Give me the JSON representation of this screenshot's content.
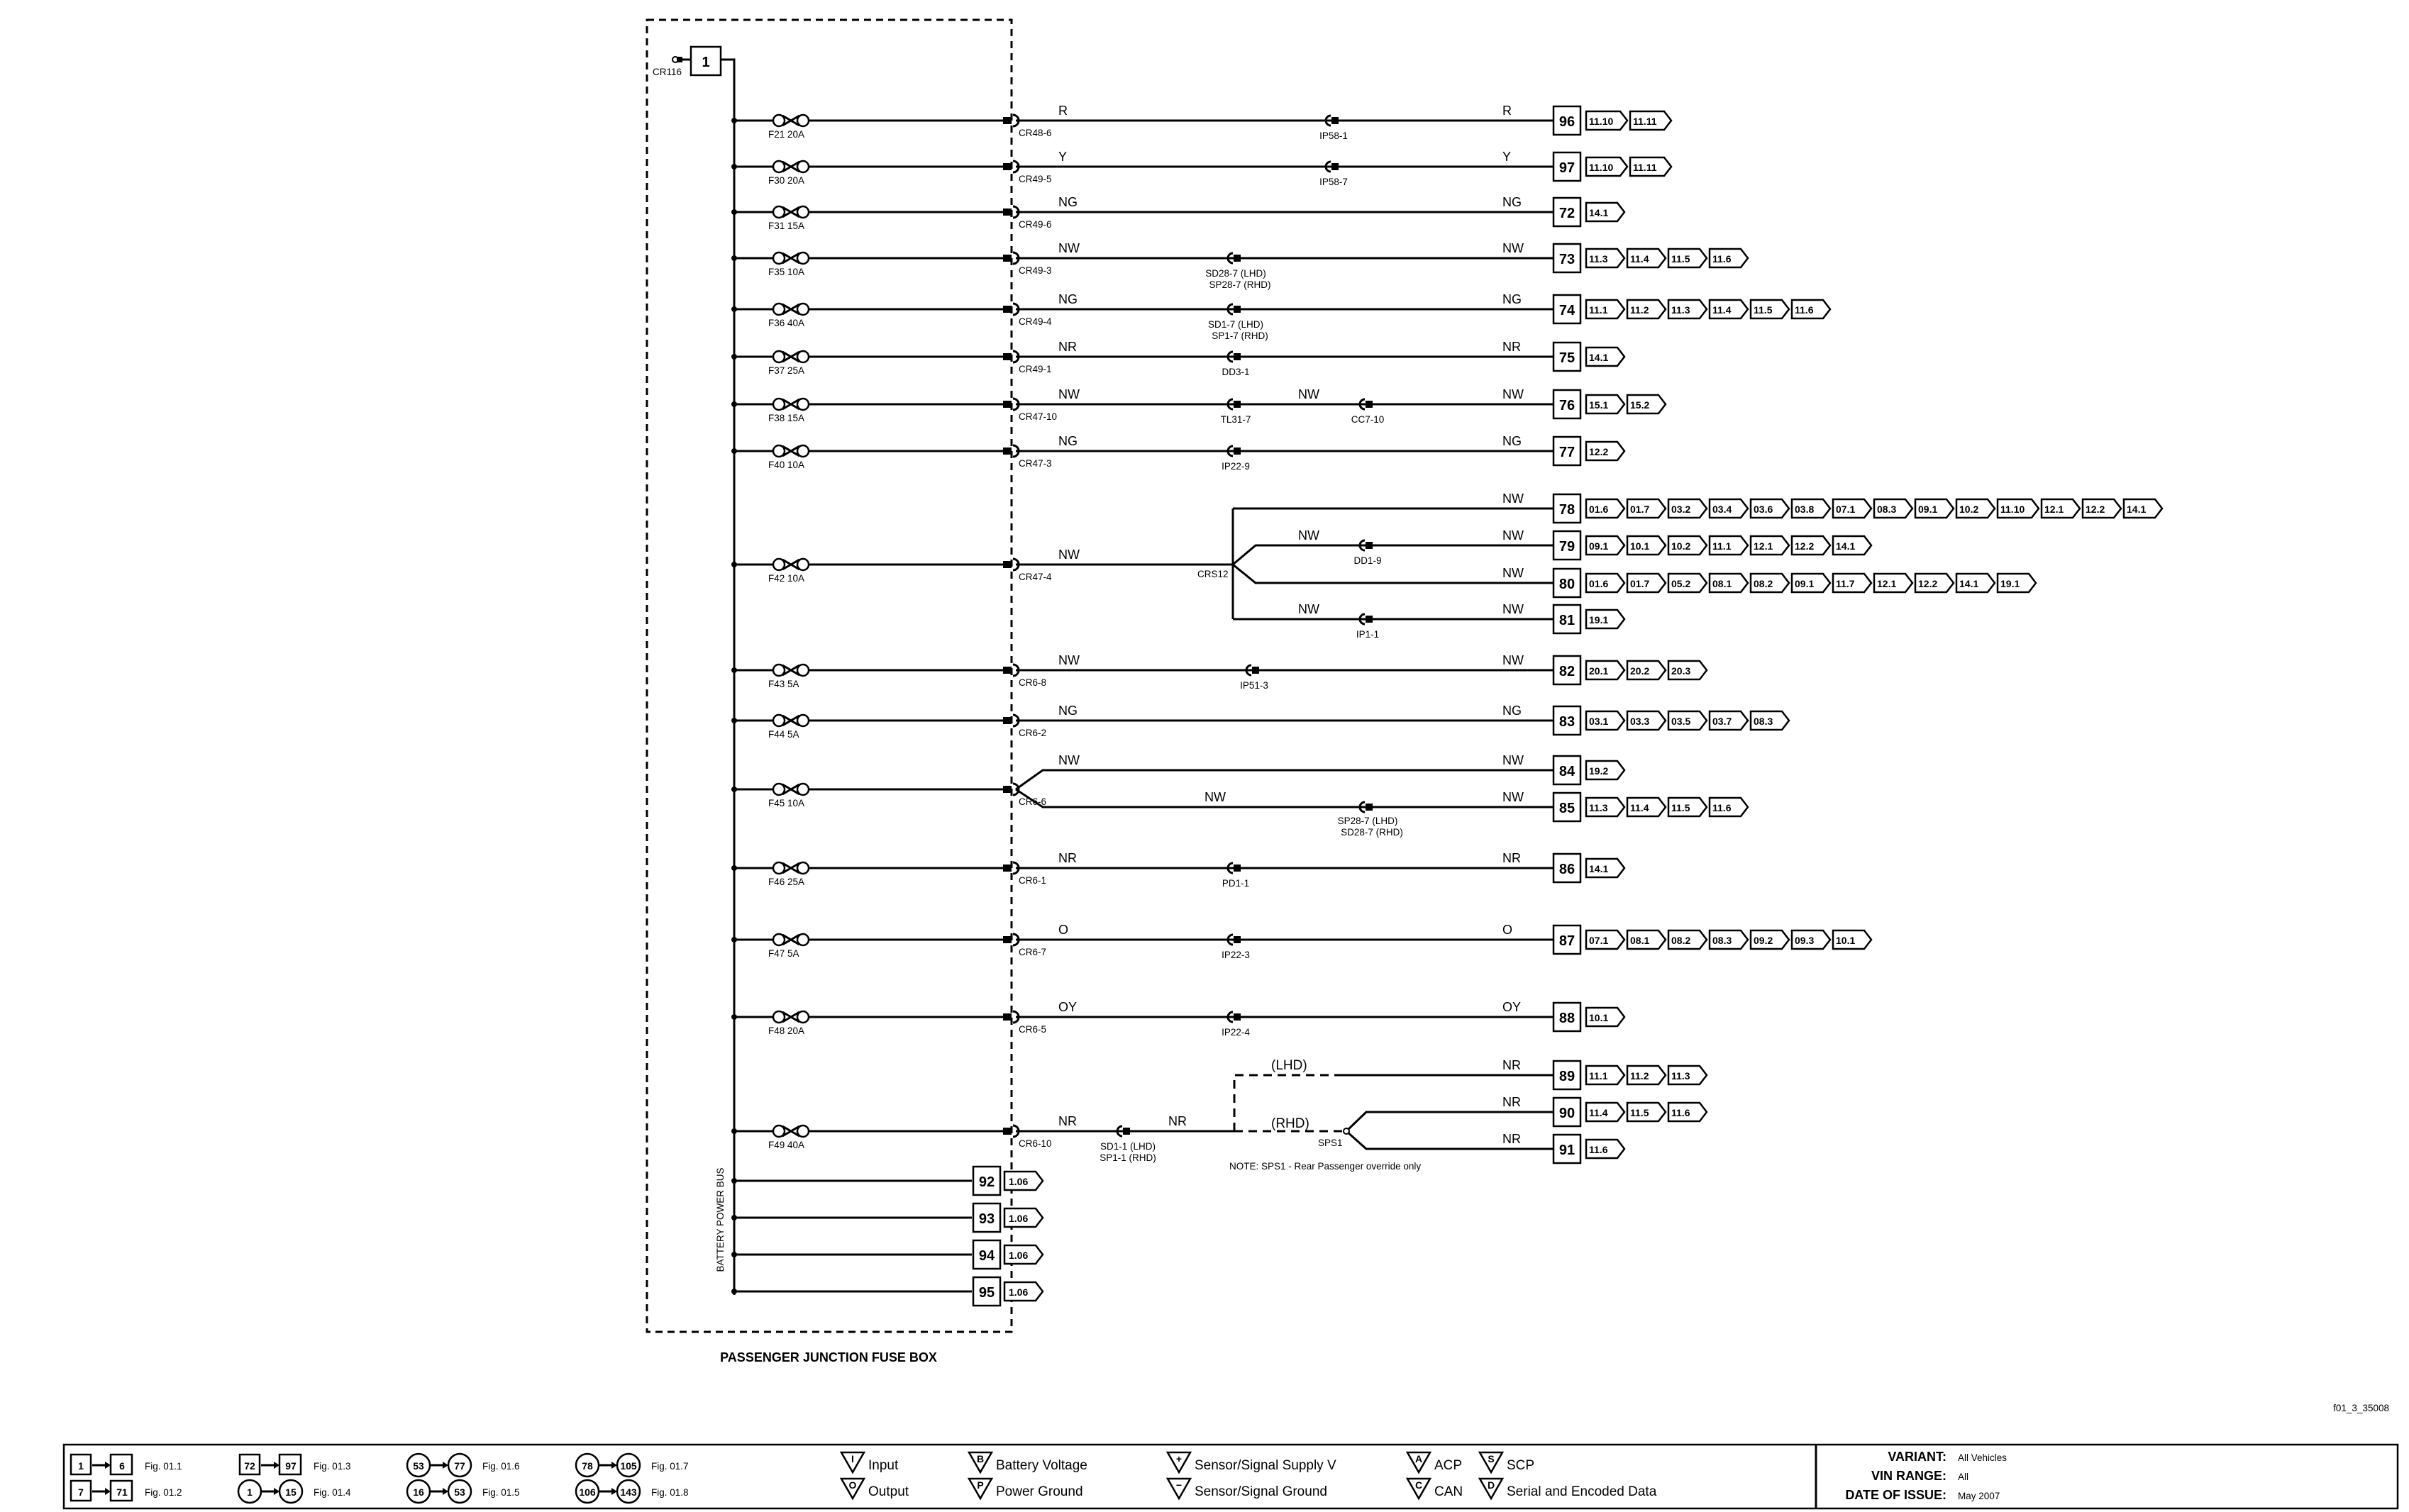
{
  "box_title": "PASSENGER JUNCTION FUSE BOX",
  "bus_label": "BATTERY POWER BUS",
  "input_connector": "CR116",
  "input_terminal": "1",
  "circuits": [
    {
      "fuse": "F21 20A",
      "conn": "CR48-6",
      "color": "R",
      "out_color": "R",
      "splice": "IP58-1",
      "terminal": "96",
      "refs": [
        "11.10",
        "11.11"
      ]
    },
    {
      "fuse": "F30 20A",
      "conn": "CR49-5",
      "color": "Y",
      "out_color": "Y",
      "splice": "IP58-7",
      "terminal": "97",
      "refs": [
        "11.10",
        "11.11"
      ]
    },
    {
      "fuse": "F31 15A",
      "conn": "CR49-6",
      "color": "NG",
      "out_color": "NG",
      "terminal": "72",
      "refs": [
        "14.1"
      ]
    },
    {
      "fuse": "F35 10A",
      "conn": "CR49-3",
      "color": "NW",
      "out_color": "NW",
      "splice": "SD28-7 (LHD)",
      "splice2": "SP28-7 (RHD)",
      "terminal": "73",
      "refs": [
        "11.3",
        "11.4",
        "11.5",
        "11.6"
      ]
    },
    {
      "fuse": "F36 40A",
      "conn": "CR49-4",
      "color": "NG",
      "out_color": "NG",
      "splice": "SD1-7 (LHD)",
      "splice2": "SP1-7 (RHD)",
      "terminal": "74",
      "refs": [
        "11.1",
        "11.2",
        "11.3",
        "11.4",
        "11.5",
        "11.6"
      ]
    },
    {
      "fuse": "F37 25A",
      "conn": "CR49-1",
      "color": "NR",
      "out_color": "NR",
      "splice": "DD3-1",
      "terminal": "75",
      "refs": [
        "14.1"
      ]
    },
    {
      "fuse": "F38 15A",
      "conn": "CR47-10",
      "color": "NW",
      "mid_color": "NW",
      "out_color": "NW",
      "splice": "TL31-7",
      "splice_b": "CC7-10",
      "terminal": "76",
      "refs": [
        "15.1",
        "15.2"
      ]
    },
    {
      "fuse": "F40 10A",
      "conn": "CR47-3",
      "color": "NG",
      "out_color": "NG",
      "splice": "IP22-9",
      "terminal": "77",
      "refs": [
        "12.2"
      ]
    },
    {
      "fuse": "F42 10A",
      "conn": "CR47-4",
      "color": "NW",
      "junction": "CRS12"
    },
    {
      "fuse": "F43 5A",
      "conn": "CR6-8",
      "color": "NW",
      "out_color": "NW",
      "splice": "IP51-3",
      "terminal": "82",
      "refs": [
        "20.1",
        "20.2",
        "20.3"
      ]
    },
    {
      "fuse": "F44 5A",
      "conn": "CR6-2",
      "color": "NG",
      "out_color": "NG",
      "terminal": "83",
      "refs": [
        "03.1",
        "03.3",
        "03.5",
        "03.7",
        "08.3"
      ]
    },
    {
      "fuse": "F45 10A",
      "conn": "CR6-6",
      "color": "NW"
    },
    {
      "fuse": "F46 25A",
      "conn": "CR6-1",
      "color": "NR",
      "out_color": "NR",
      "splice": "PD1-1",
      "terminal": "86",
      "refs": [
        "14.1"
      ]
    },
    {
      "fuse": "F47 5A",
      "conn": "CR6-7",
      "color": "O",
      "out_color": "O",
      "splice": "IP22-3",
      "terminal": "87",
      "refs": [
        "07.1",
        "08.1",
        "08.2",
        "08.3",
        "09.2",
        "09.3",
        "10.1"
      ]
    },
    {
      "fuse": "F48 20A",
      "conn": "CR6-5",
      "color": "OY",
      "out_color": "OY",
      "splice": "IP22-4",
      "terminal": "88",
      "refs": [
        "10.1"
      ]
    },
    {
      "fuse": "F49 40A",
      "conn": "CR6-10",
      "color": "NR",
      "mid_color": "NR",
      "splice": "SD1-1 (LHD)",
      "splice2": "SP1-1 (RHD)"
    }
  ],
  "crs12_branches": [
    {
      "color": "NW",
      "terminal": "78",
      "refs": [
        "01.6",
        "01.7",
        "03.2",
        "03.4",
        "03.6",
        "03.8",
        "07.1",
        "08.3",
        "09.1",
        "10.2",
        "11.10",
        "12.1",
        "12.2",
        "14.1"
      ]
    },
    {
      "color": "NW",
      "mid_color": "NW",
      "splice": "DD1-9",
      "terminal": "79",
      "refs": [
        "09.1",
        "10.1",
        "10.2",
        "11.1",
        "12.1",
        "12.2",
        "14.1"
      ]
    },
    {
      "color": "NW",
      "terminal": "80",
      "refs": [
        "01.6",
        "01.7",
        "05.2",
        "08.1",
        "08.2",
        "09.1",
        "11.7",
        "12.1",
        "12.2",
        "14.1",
        "19.1"
      ]
    },
    {
      "color": "NW",
      "mid_color": "NW",
      "splice": "IP1-1",
      "terminal": "81",
      "refs": [
        "19.1"
      ]
    }
  ],
  "cr66_branches": [
    {
      "color": "NW",
      "out_color": "NW",
      "terminal": "84",
      "refs": [
        "19.2"
      ]
    },
    {
      "color": "NW",
      "out_color": "NW",
      "splice": "SP28-7 (LHD)",
      "splice2": "SD28-7 (RHD)",
      "terminal": "85",
      "refs": [
        "11.3",
        "11.4",
        "11.5",
        "11.6"
      ]
    }
  ],
  "sps1_section": {
    "lhd_label": "(LHD)",
    "rhd_label": "(RHD)",
    "switch": "SPS1",
    "note": "NOTE: SPS1 - Rear Passenger override only",
    "outputs": [
      {
        "color": "NR",
        "terminal": "89",
        "refs": [
          "11.1",
          "11.2",
          "11.3"
        ]
      },
      {
        "color": "NR",
        "terminal": "90",
        "refs": [
          "11.4",
          "11.5",
          "11.6"
        ]
      },
      {
        "color": "NR",
        "terminal": "91",
        "refs": [
          "11.6"
        ]
      }
    ]
  },
  "bus_outputs": [
    {
      "terminal": "92",
      "ref": "1.06"
    },
    {
      "terminal": "93",
      "ref": "1.06"
    },
    {
      "terminal": "94",
      "ref": "1.06"
    },
    {
      "terminal": "95",
      "ref": "1.06"
    }
  ],
  "figure_id": "f01_3_35008",
  "legend": {
    "fig_refs": [
      {
        "from": "1",
        "to": "6",
        "fig": "Fig. 01.1",
        "shape": "box"
      },
      {
        "from": "7",
        "to": "71",
        "fig": "Fig. 01.2",
        "shape": "box"
      },
      {
        "from": "72",
        "to": "97",
        "fig": "Fig. 01.3",
        "shape": "box"
      },
      {
        "from": "1",
        "to": "15",
        "fig": "Fig. 01.4",
        "shape": "circle"
      },
      {
        "from": "16",
        "to": "53",
        "fig": "Fig. 01.5",
        "shape": "circle"
      },
      {
        "from": "53",
        "to": "77",
        "fig": "Fig. 01.6",
        "shape": "circle"
      },
      {
        "from": "78",
        "to": "105",
        "fig": "Fig. 01.7",
        "shape": "circle"
      },
      {
        "from": "106",
        "to": "143",
        "fig": "Fig. 01.8",
        "shape": "circle"
      }
    ],
    "symbols": [
      {
        "glyph": "I",
        "label": "Input"
      },
      {
        "glyph": "O",
        "label": "Output"
      },
      {
        "glyph": "B",
        "label": "Battery Voltage"
      },
      {
        "glyph": "P",
        "label": "Power Ground"
      },
      {
        "glyph": "+",
        "label": "Sensor/Signal Supply V"
      },
      {
        "glyph": "−",
        "label": "Sensor/Signal Ground"
      },
      {
        "glyph": "A",
        "label": "ACP"
      },
      {
        "glyph": "C",
        "label": "CAN"
      },
      {
        "glyph": "S",
        "label": "SCP"
      },
      {
        "glyph": "D",
        "label": "Serial and Encoded Data"
      }
    ],
    "info": [
      {
        "label": "VARIANT:",
        "value": "All Vehicles"
      },
      {
        "label": "VIN RANGE:",
        "value": "All"
      },
      {
        "label": "DATE OF ISSUE:",
        "value": "May 2007"
      }
    ]
  }
}
